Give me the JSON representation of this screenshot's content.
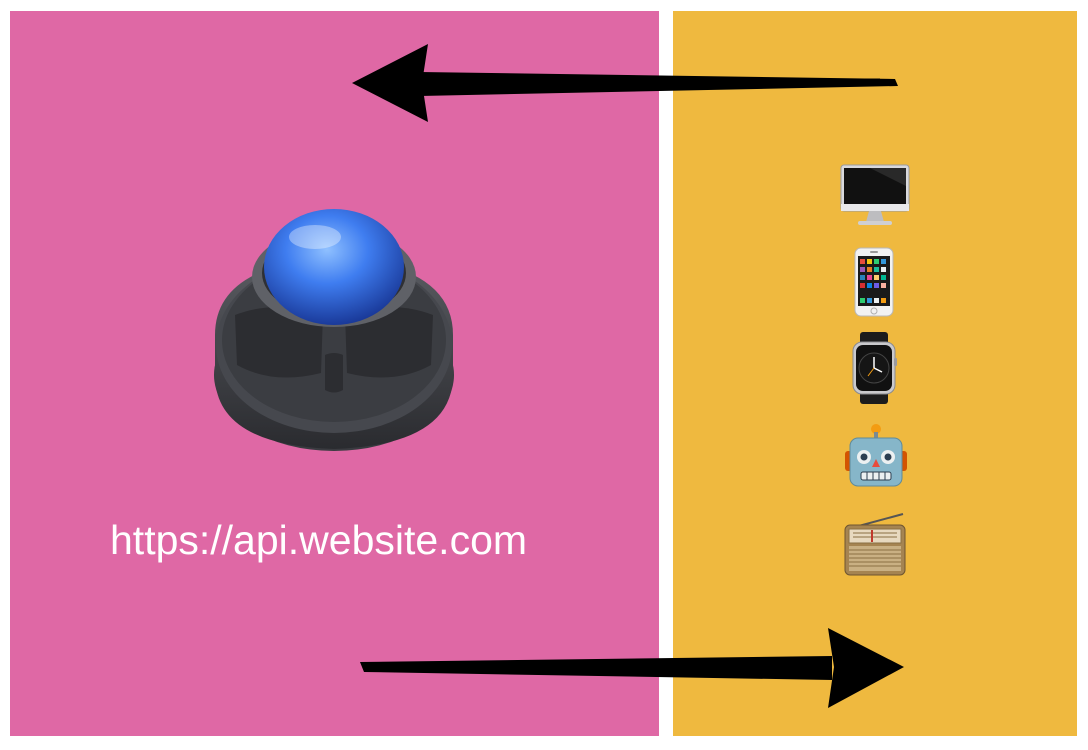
{
  "colors": {
    "left_panel": "#df68a5",
    "right_panel": "#efb93f",
    "arrows": "#000000",
    "url_text": "#ffffff"
  },
  "server": {
    "icon": "trackball-icon",
    "url": "https://api.website.com"
  },
  "clients": [
    {
      "icon": "desktop-computer-icon"
    },
    {
      "icon": "mobile-phone-icon"
    },
    {
      "icon": "watch-icon"
    },
    {
      "icon": "robot-icon"
    },
    {
      "icon": "radio-icon"
    }
  ],
  "arrows": [
    {
      "from": "clients",
      "to": "server",
      "direction": "left"
    },
    {
      "from": "server",
      "to": "clients",
      "direction": "right"
    }
  ]
}
